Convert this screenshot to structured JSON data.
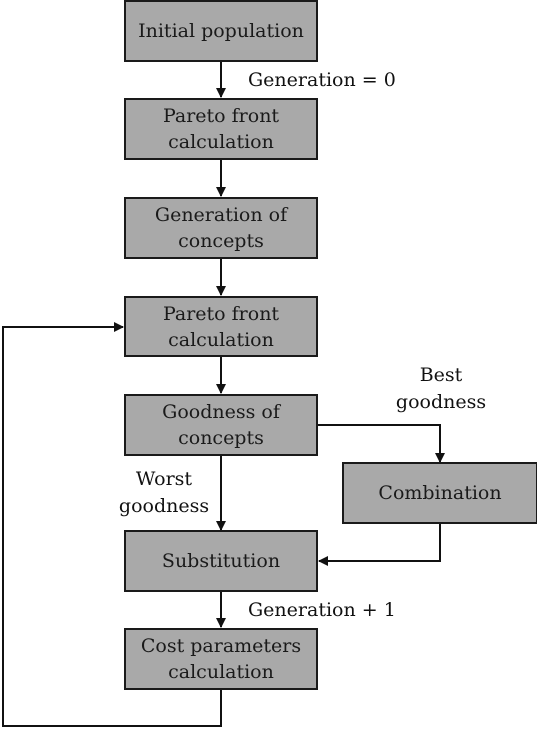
{
  "nodes": {
    "initial_population": "Initial population",
    "pareto_front_1": "Pareto front\ncalculation",
    "generation_of_concepts": "Generation of\nconcepts",
    "pareto_front_2": "Pareto front\ncalculation",
    "goodness_of_concepts": "Goodness of\nconcepts",
    "combination": "Combination",
    "substitution": "Substitution",
    "cost_parameters": "Cost parameters\ncalculation"
  },
  "labels": {
    "generation_zero": "Generation = 0",
    "best_goodness": "Best\ngoodness",
    "worst_goodness": "Worst\ngoodness",
    "generation_plus_one": "Generation + 1"
  },
  "colors": {
    "box_fill": "#a9a9a9",
    "line": "#111111"
  }
}
